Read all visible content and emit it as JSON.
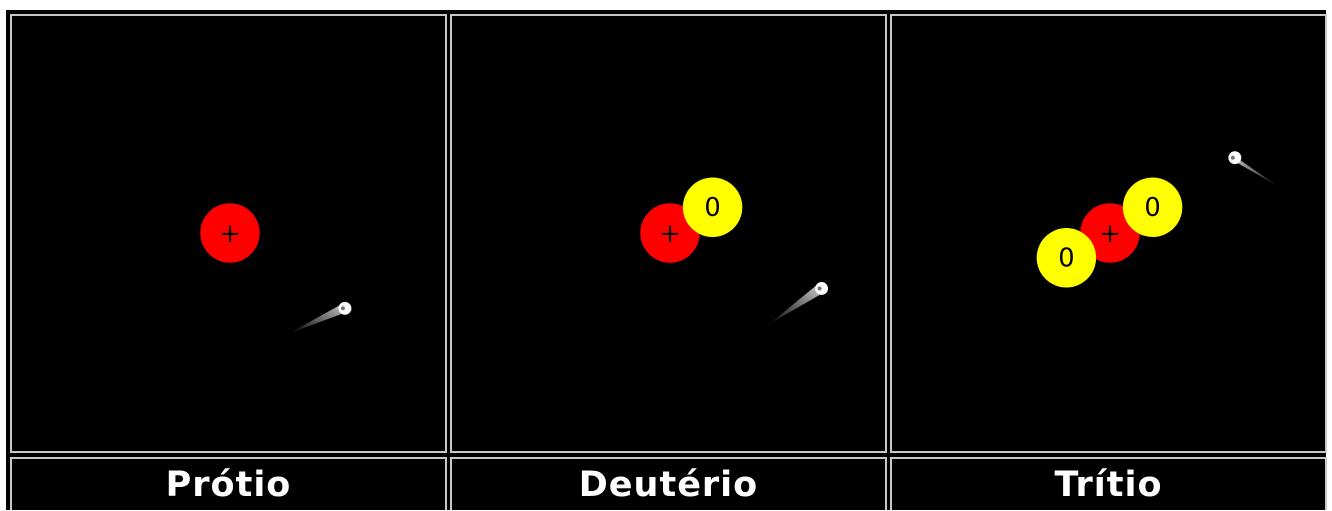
{
  "colors": {
    "background": "#000000",
    "border": "#c8c8c8",
    "proton": "#ff0000",
    "neutron": "#ffff00",
    "label_text": "#ffffff"
  },
  "symbols": {
    "proton": "+",
    "neutron": "0"
  },
  "panels": [
    {
      "id": "protium",
      "label": "Prótio",
      "protons": 1,
      "neutrons": 0
    },
    {
      "id": "deuterium",
      "label": "Deutério",
      "protons": 1,
      "neutrons": 1
    },
    {
      "id": "tritium",
      "label": "Trítio",
      "protons": 1,
      "neutrons": 2
    }
  ]
}
